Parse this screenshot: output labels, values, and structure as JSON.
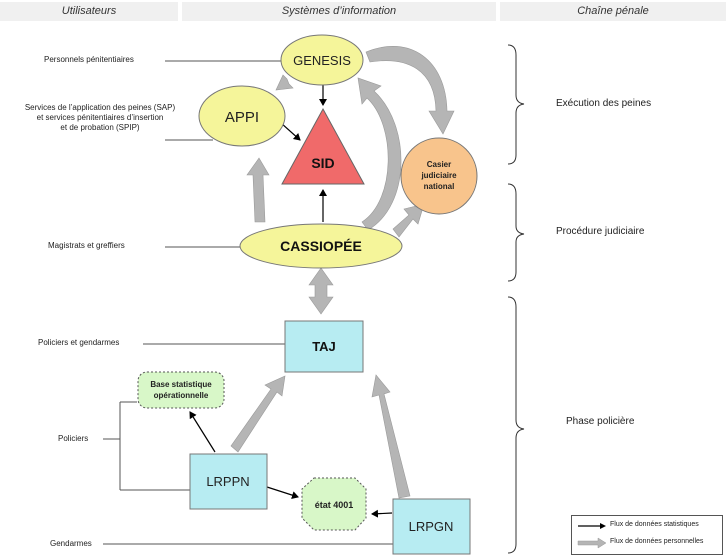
{
  "headers": {
    "users": "Utilisateurs",
    "systems": "Systèmes d’information",
    "chain": "Chaîne pénale"
  },
  "users": {
    "penitentiary": "Personnels pénitentiaires",
    "sap_line1": "Services de l’application des peines (SAP)",
    "sap_line2": "et services pénitentiaires d’insertion",
    "sap_line3": "et de probation (SPIP)",
    "magistrates": "Magistrats et greffiers",
    "police_gendarmes": "Policiers et gendarmes",
    "police": "Policiers",
    "gendarmes": "Gendarmes"
  },
  "systems": {
    "genesis": "GENESIS",
    "appi": "APPI",
    "sid": "SID",
    "casier_line1": "Casier",
    "casier_line2": "judiciaire",
    "casier_line3": "national",
    "cassiopee": "CASSIOPÉE",
    "taj": "TAJ",
    "bso_line1": "Base statistique",
    "bso_line2": "opérationnelle",
    "lrppn": "LRPPN",
    "etat4001": "état 4001",
    "lrpgn": "LRPGN"
  },
  "phases": {
    "execution": "Exécution des peines",
    "procedure": "Procédure judiciaire",
    "police": "Phase policière"
  },
  "legend": {
    "stat_flow": "Flux de données statistiques",
    "personal_flow": "Flux de données personnelles"
  },
  "colors": {
    "yellow_node": "#f5f59a",
    "sid_red": "#f06a6a",
    "casier_orange": "#f8c48c",
    "taj_blue": "#b7ecf2",
    "green_node": "#d8f7c8",
    "gray_arrow": "#b5b5b5"
  }
}
